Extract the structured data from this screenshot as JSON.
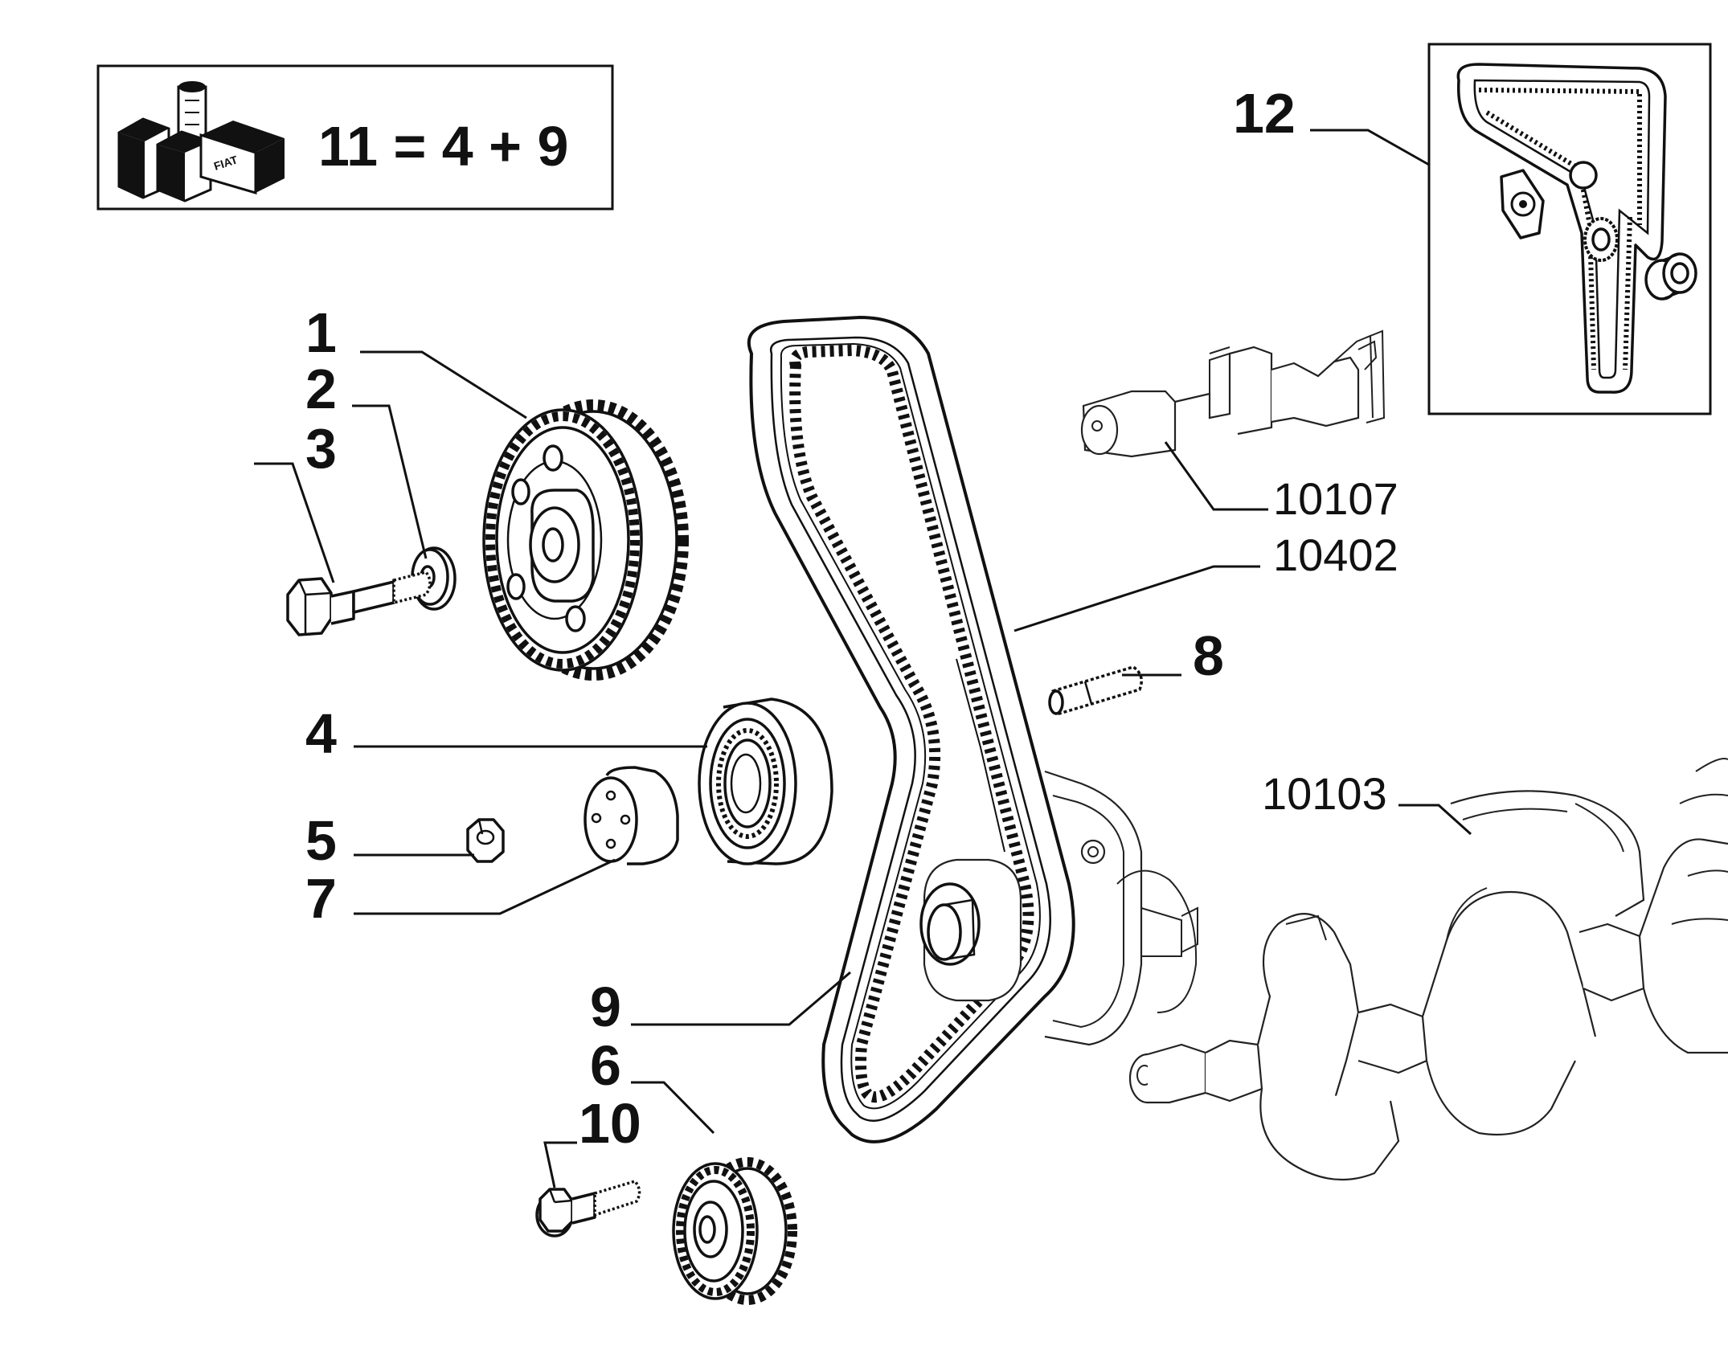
{
  "kit_box": {
    "formula": "11 = 4 + 9",
    "brand_mark": "FIAT"
  },
  "callouts": {
    "c1": "1",
    "c2": "2",
    "c3": "3",
    "c4": "4",
    "c5": "5",
    "c6": "6",
    "c7": "7",
    "c8": "8",
    "c9": "9",
    "c10": "10",
    "c12": "12"
  },
  "references": {
    "camshaft": "10107",
    "timing_cover": "10402",
    "crankshaft": "10103"
  },
  "icons": {
    "kit": "kit-boxes-icon",
    "belt": "timing-belt-icon"
  }
}
